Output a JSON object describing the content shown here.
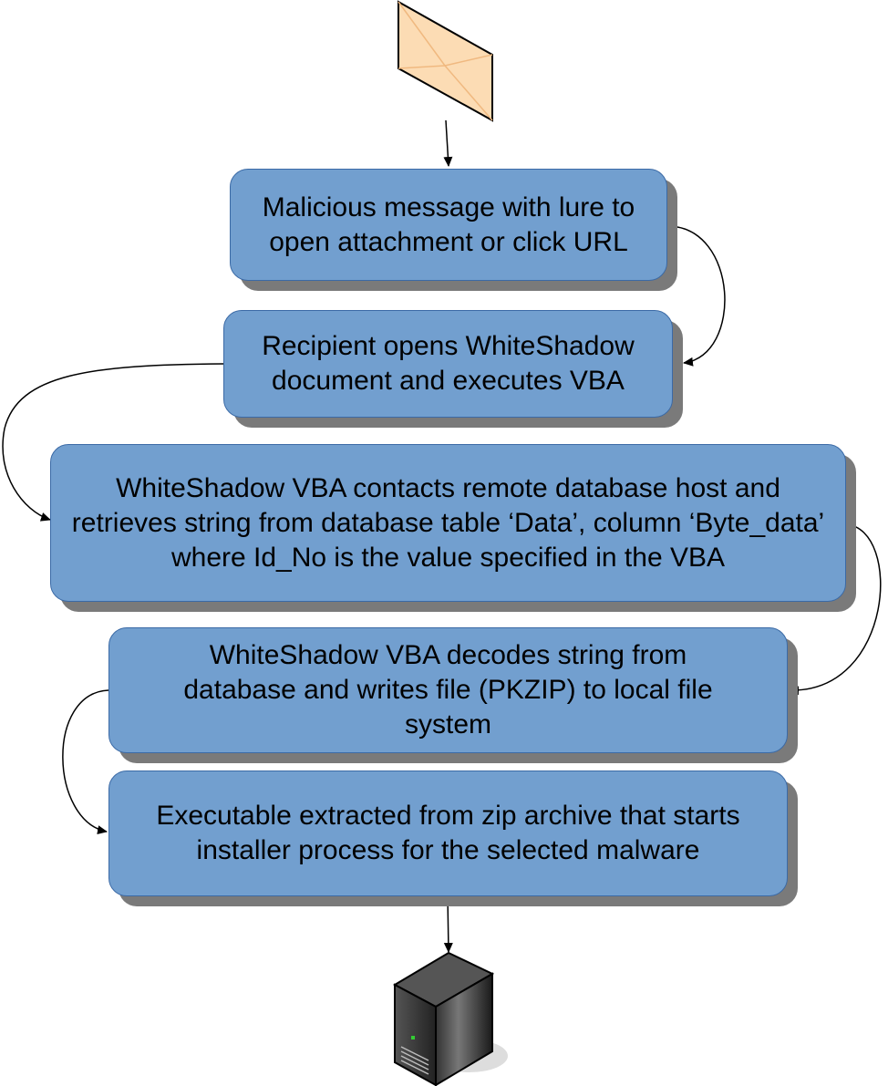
{
  "steps": [
    {
      "text": "Malicious message with lure to open attachment or click URL"
    },
    {
      "text": "Recipient opens WhiteShadow document and executes VBA"
    },
    {
      "text": "WhiteShadow VBA contacts remote database host and retrieves string from database table ‘Data’, column ‘Byte_data’ where Id_No is the value specified in the VBA"
    },
    {
      "text": "WhiteShadow VBA decodes string from database and writes file (PKZIP) to local file system"
    },
    {
      "text": "Executable extracted from zip archive that starts installer process for the selected malware"
    }
  ],
  "colors": {
    "box_fill": "#729fcf",
    "box_border": "#3b6aa6",
    "envelope": "#fcdcb4"
  },
  "icons": {
    "start": "envelope-icon",
    "end": "server-icon"
  }
}
